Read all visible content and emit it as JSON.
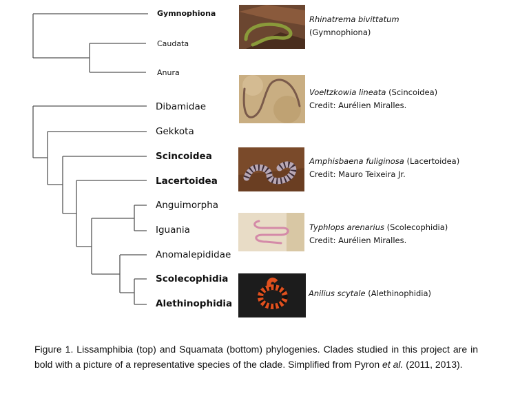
{
  "lissamphibia": {
    "leaves": [
      {
        "label": "Gymnophiona",
        "bold": true
      },
      {
        "label": "Caudata",
        "bold": false
      },
      {
        "label": "Anura",
        "bold": false
      }
    ]
  },
  "squamata": {
    "leaves": [
      {
        "label": "Dibamidae",
        "bold": false
      },
      {
        "label": "Gekkota",
        "bold": false
      },
      {
        "label": "Scincoidea",
        "bold": true
      },
      {
        "label": "Lacertoidea",
        "bold": true
      },
      {
        "label": "Anguimorpha",
        "bold": false
      },
      {
        "label": "Iguania",
        "bold": false
      },
      {
        "label": "Anomalepididae",
        "bold": false
      },
      {
        "label": "Scolecophidia",
        "bold": true
      },
      {
        "label": "Alethinophidia",
        "bold": true
      }
    ]
  },
  "species": [
    {
      "name": "Rhinatrema bivittatum",
      "clade": "(Gymnophiona)",
      "credit": ""
    },
    {
      "name": "Voeltzkowia lineata",
      "clade": "(Scincoidea)",
      "credit": "Credit: Aurélien Miralles."
    },
    {
      "name": "Amphisbaena fuliginosa",
      "clade": "(Lacertoidea)",
      "credit": "Credit: Mauro Teixeira Jr."
    },
    {
      "name": "Typhlops arenarius",
      "clade": "(Scolecophidia)",
      "credit": "Credit: Aurélien Miralles."
    },
    {
      "name": "Anilius scytale",
      "clade": "(Alethinophidia)",
      "credit": ""
    }
  ],
  "caption": {
    "main": "Figure 1. Lissamphibia (top) and Squamata (bottom) phylogenies. Clades studied in this project are in bold with a picture of a representative species of the clade. Simplified from Pyron ",
    "etal": "et al.",
    "end": " (2011, 2013)."
  },
  "colors": {
    "branch": "#555555"
  }
}
